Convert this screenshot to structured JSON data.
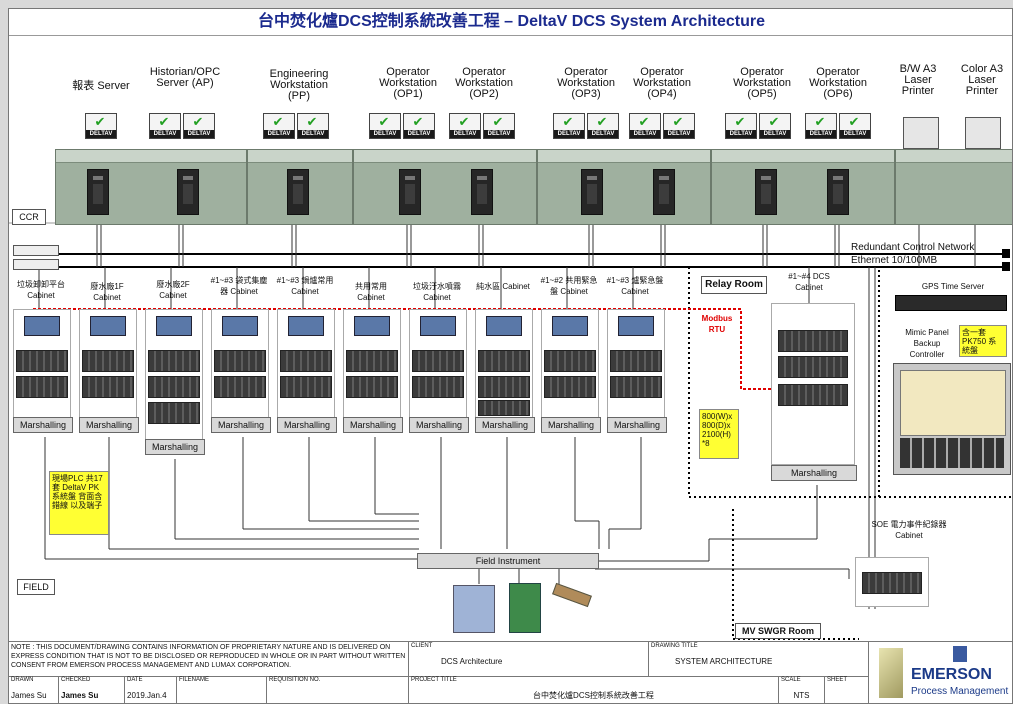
{
  "header": {
    "title": "台中焚化爐DCS控制系統改善工程 – DeltaV DCS System Architecture"
  },
  "zones": {
    "ccr": "CCR",
    "field": "FIELD",
    "relay_room": "Relay Room",
    "mv_swgr_room": "MV SWGR Room"
  },
  "workstations": [
    {
      "label": "報表 Server"
    },
    {
      "label": "Historian/OPC Server (AP)"
    },
    {
      "label": "Engineering Workstation (PP)"
    },
    {
      "label": "Operator Workstation (OP1)"
    },
    {
      "label": "Operator Workstation (OP2)"
    },
    {
      "label": "Operator Workstation (OP3)"
    },
    {
      "label": "Operator Workstation (OP4)"
    },
    {
      "label": "Operator Workstation (OP5)"
    },
    {
      "label": "Operator Workstation (OP6)"
    },
    {
      "label": "B/W A3 Laser Printer"
    },
    {
      "label": "Color A3 Laser Printer"
    }
  ],
  "monitor_brand": "DELTAV",
  "networks": {
    "control": "Redundant Control Network",
    "ethernet": "Ethernet 10/100MB"
  },
  "cabinets": [
    {
      "label": "垃圾卸卸平台 Cabinet"
    },
    {
      "label": "廢水廠1F Cabinet"
    },
    {
      "label": "廢水廠2F Cabinet"
    },
    {
      "label": "#1~#3 袋式集塵器 Cabinet"
    },
    {
      "label": "#1~#3 鍋爐常用 Cabinet"
    },
    {
      "label": "共用常用 Cabinet"
    },
    {
      "label": "垃圾汙水噴霧 Cabinet"
    },
    {
      "label": "純水區 Cabinet"
    },
    {
      "label": "#1~#2 共用緊急盤 Cabinet"
    },
    {
      "label": "#1~#3 爐緊急盤 Cabinet"
    }
  ],
  "dcs_cabinet": "#1~#4 DCS Cabinet",
  "marshalling": "Marshalling",
  "modbus": "Modbus RTU",
  "gps": "GPS Time Server",
  "mimic": "Mimic Panel Backup Controller",
  "notes": {
    "pk750": "含一套 PK750 系統盤",
    "size": "800(W)x 800(D)x 2100(H) *8",
    "plc": "現場PLC 共17套 DeltaV PK 系統盤 背面含錯線 以及端子"
  },
  "soe": "SOE 電力事件紀錄器 Cabinet",
  "field_instrument": "Field Instrument",
  "title_block": {
    "note_text": "NOTE : THIS DOCUMENT/DRAWING CONTAINS INFORMATION OF PROPRIETARY NATURE AND IS DELIVERED ON EXPRESS CONDITION THAT IS NOT TO BE DISCLOSED OR REPRODUCED IN WHOLE OR IN PART WITHOUT WRITTEN CONSENT FROM EMERSON PROCESS MANAGEMENT AND LUMAX CORPORATION.",
    "client_label": "CLIENT",
    "client": "DCS Architecture",
    "drawing_title_label": "DRAWING TITLE",
    "drawing_title": "SYSTEM ARCHITECTURE",
    "drawn_label": "DRAWN",
    "drawn": "James Su",
    "checked_label": "CHECKED",
    "checked": "James Su",
    "date_label": "DATE",
    "date": "2019.Jan.4",
    "filename_label": "FILENAME",
    "requisition_label": "REQUISITION NO.",
    "project_title_label": "PROJECT TITLE",
    "project_title": "台中焚化爐DCS控制系統改善工程",
    "scale_label": "SCALE",
    "scale": "NTS",
    "sheet_label": "SHEET",
    "brand": "EMERSON",
    "brand_sub": "Process Management"
  },
  "colors": {
    "title": "#1b2a8e",
    "network": "#000000",
    "modbus": "#e00000",
    "note_yellow": "#ffff33",
    "station": "#9fb09f"
  }
}
